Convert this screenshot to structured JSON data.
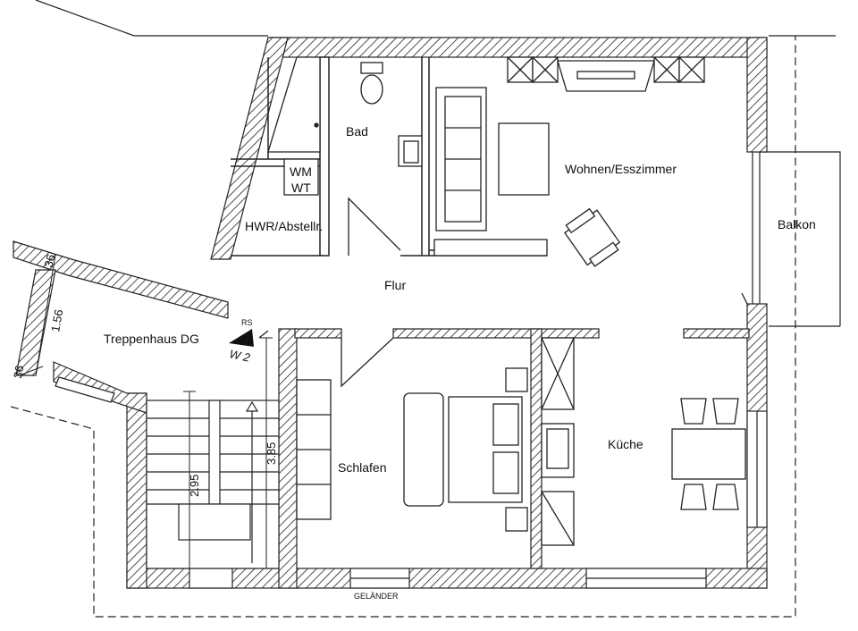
{
  "rooms": {
    "bad": "Bad",
    "wohnen": "Wohnen/Esszimmer",
    "balkon": "Balkon",
    "hwr": "HWR/Abstellr.",
    "flur": "Flur",
    "treppenhaus": "Treppenhaus DG",
    "schlafen": "Schlafen",
    "kueche": "Küche"
  },
  "appliances": {
    "wm": "WM",
    "wt": "WT"
  },
  "markers": {
    "rs": "RS",
    "w2": "W 2",
    "gelaender": "GELÄNDER"
  },
  "dimensions": {
    "d1": "36",
    "d2": "1.56",
    "d3": "36",
    "d4": "2.95",
    "d5": "3.85"
  }
}
